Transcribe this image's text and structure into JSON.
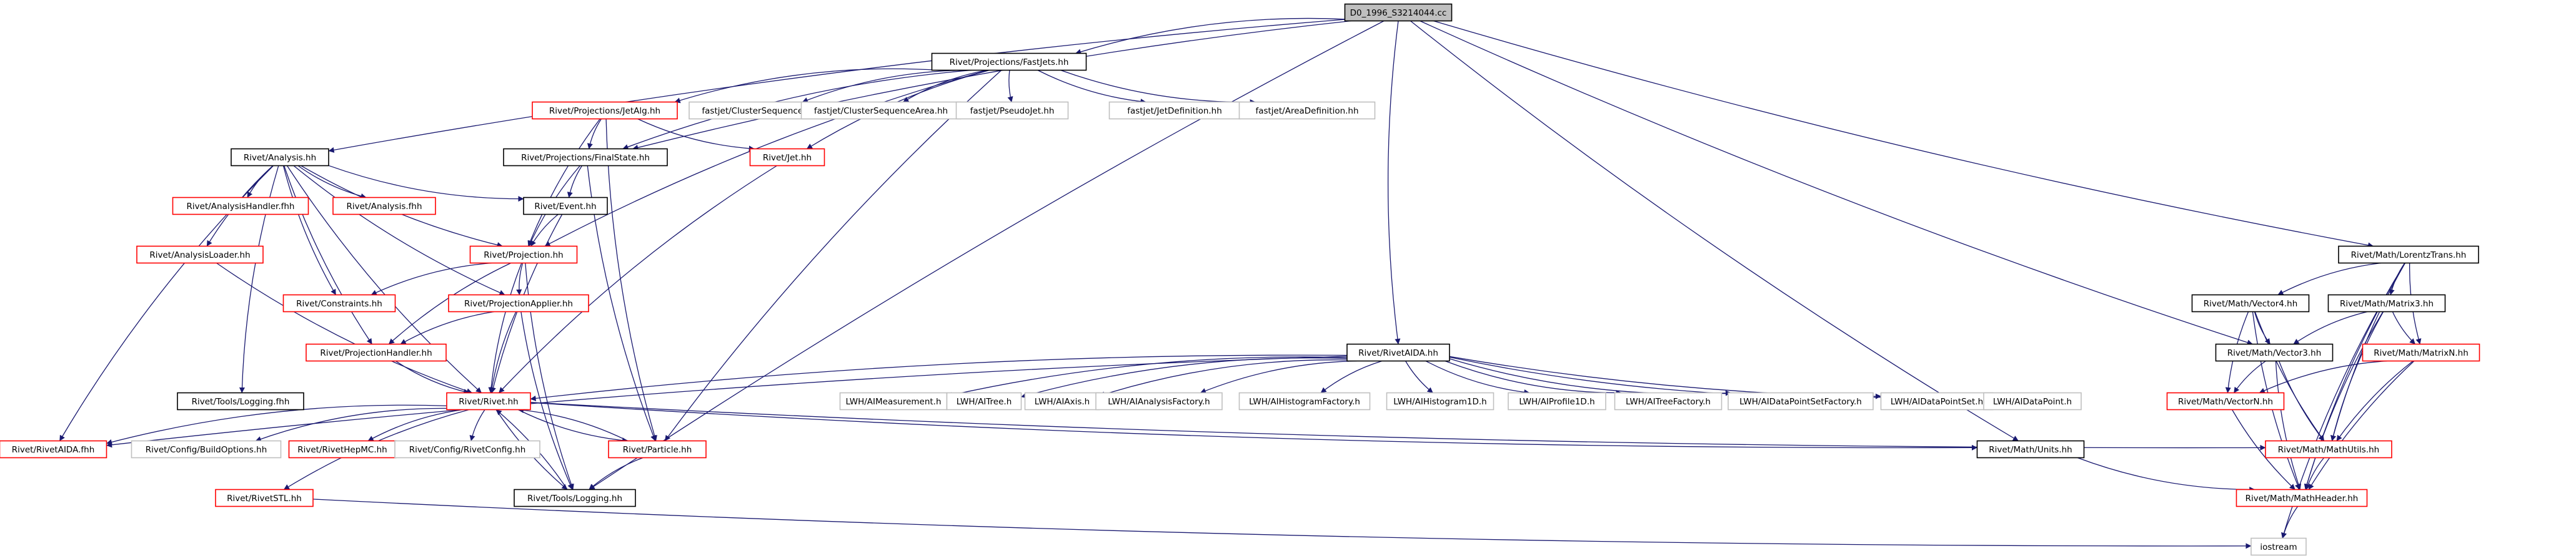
{
  "graph": {
    "colors": {
      "root_fill": "#bfbfbf",
      "root_border": "#000000",
      "normal_border": "#000000",
      "missing_border": "#ff0000",
      "external_border": "#bfbfbf",
      "text": "#000000",
      "edge": "#191970"
    },
    "nodes": [
      {
        "id": "root",
        "label": "D0_1996_S3214044.cc",
        "kind": "root"
      },
      {
        "id": "fastjets",
        "label": "Rivet/Projections/FastJets.hh",
        "kind": "normal"
      },
      {
        "id": "analysis",
        "label": "Rivet/Analysis.hh",
        "kind": "normal"
      },
      {
        "id": "rivetaida",
        "label": "Rivet/RivetAIDA.hh",
        "kind": "normal"
      },
      {
        "id": "lorentz",
        "label": "Rivet/Math/LorentzTrans.hh",
        "kind": "normal"
      },
      {
        "id": "jetalg",
        "label": "Rivet/Projections/JetAlg.hh",
        "kind": "missing"
      },
      {
        "id": "clusterseq",
        "label": "fastjet/ClusterSequence.hh",
        "kind": "external"
      },
      {
        "id": "clusterseqarea",
        "label": "fastjet/ClusterSequenceArea.hh",
        "kind": "external"
      },
      {
        "id": "pseudojet",
        "label": "fastjet/PseudoJet.hh",
        "kind": "external"
      },
      {
        "id": "jetdef",
        "label": "fastjet/JetDefinition.hh",
        "kind": "external"
      },
      {
        "id": "areadef",
        "label": "fastjet/AreaDefinition.hh",
        "kind": "external"
      },
      {
        "id": "finalstate",
        "label": "Rivet/Projections/FinalState.hh",
        "kind": "normal"
      },
      {
        "id": "jet",
        "label": "Rivet/Jet.hh",
        "kind": "missing"
      },
      {
        "id": "analysishandler",
        "label": "Rivet/AnalysisHandler.fhh",
        "kind": "missing"
      },
      {
        "id": "analysisfhh",
        "label": "Rivet/Analysis.fhh",
        "kind": "missing"
      },
      {
        "id": "event",
        "label": "Rivet/Event.hh",
        "kind": "normal"
      },
      {
        "id": "analysisloader",
        "label": "Rivet/AnalysisLoader.hh",
        "kind": "missing"
      },
      {
        "id": "projection",
        "label": "Rivet/Projection.hh",
        "kind": "missing"
      },
      {
        "id": "constraints",
        "label": "Rivet/Constraints.hh",
        "kind": "missing"
      },
      {
        "id": "projapplier",
        "label": "Rivet/ProjectionApplier.hh",
        "kind": "missing"
      },
      {
        "id": "projhandler",
        "label": "Rivet/ProjectionHandler.hh",
        "kind": "missing"
      },
      {
        "id": "toolslogfhh",
        "label": "Rivet/Tools/Logging.fhh",
        "kind": "normal"
      },
      {
        "id": "rivethh",
        "label": "Rivet/Rivet.hh",
        "kind": "missing"
      },
      {
        "id": "rivetaidafhh",
        "label": "Rivet/RivetAIDA.fhh",
        "kind": "missing"
      },
      {
        "id": "buildopts",
        "label": "Rivet/Config/BuildOptions.hh",
        "kind": "external"
      },
      {
        "id": "hepmc",
        "label": "Rivet/RivetHepMC.hh",
        "kind": "missing"
      },
      {
        "id": "rivetconfig",
        "label": "Rivet/Config/RivetConfig.hh",
        "kind": "external"
      },
      {
        "id": "particle",
        "label": "Rivet/Particle.hh",
        "kind": "missing"
      },
      {
        "id": "rivetstl",
        "label": "Rivet/RivetSTL.hh",
        "kind": "missing"
      },
      {
        "id": "toolslog",
        "label": "Rivet/Tools/Logging.hh",
        "kind": "normal"
      },
      {
        "id": "iaimeas",
        "label": "LWH/AIMeasurement.h",
        "kind": "external"
      },
      {
        "id": "aitree",
        "label": "LWH/AITree.h",
        "kind": "external"
      },
      {
        "id": "aiaxis",
        "label": "LWH/AIAxis.h",
        "kind": "external"
      },
      {
        "id": "aianafact",
        "label": "LWH/AIAnalysisFactory.h",
        "kind": "external"
      },
      {
        "id": "aihistfact",
        "label": "LWH/AIHistogramFactory.h",
        "kind": "external"
      },
      {
        "id": "aihist1d",
        "label": "LWH/AIHistogram1D.h",
        "kind": "external"
      },
      {
        "id": "aiprof1d",
        "label": "LWH/AIProfile1D.h",
        "kind": "external"
      },
      {
        "id": "aitreefact",
        "label": "LWH/AITreeFactory.h",
        "kind": "external"
      },
      {
        "id": "aidpsfact",
        "label": "LWH/AIDataPointSetFactory.h",
        "kind": "external"
      },
      {
        "id": "aidps",
        "label": "LWH/AIDataPointSet.h",
        "kind": "external"
      },
      {
        "id": "aidp",
        "label": "LWH/AIDataPoint.h",
        "kind": "external"
      },
      {
        "id": "units",
        "label": "Rivet/Math/Units.hh",
        "kind": "normal"
      },
      {
        "id": "vector4",
        "label": "Rivet/Math/Vector4.hh",
        "kind": "normal"
      },
      {
        "id": "matrix3",
        "label": "Rivet/Math/Matrix3.hh",
        "kind": "normal"
      },
      {
        "id": "vector3",
        "label": "Rivet/Math/Vector3.hh",
        "kind": "normal"
      },
      {
        "id": "matrixn",
        "label": "Rivet/Math/MatrixN.hh",
        "kind": "missing"
      },
      {
        "id": "vectorn",
        "label": "Rivet/Math/VectorN.hh",
        "kind": "missing"
      },
      {
        "id": "mathutils",
        "label": "Rivet/Math/MathUtils.hh",
        "kind": "missing"
      },
      {
        "id": "mathheader",
        "label": "Rivet/Math/MathHeader.hh",
        "kind": "missing"
      },
      {
        "id": "iostream",
        "label": "iostream",
        "kind": "external"
      }
    ],
    "edges": [
      [
        "root",
        "fastjets"
      ],
      [
        "root",
        "analysis"
      ],
      [
        "root",
        "rivetaida"
      ],
      [
        "root",
        "lorentz"
      ],
      [
        "root",
        "finalstate"
      ],
      [
        "root",
        "toolslog"
      ],
      [
        "root",
        "units"
      ],
      [
        "root",
        "vector3"
      ],
      [
        "fastjets",
        "jetalg"
      ],
      [
        "fastjets",
        "clusterseq"
      ],
      [
        "fastjets",
        "clusterseqarea"
      ],
      [
        "fastjets",
        "pseudojet"
      ],
      [
        "fastjets",
        "jetdef"
      ],
      [
        "fastjets",
        "areadef"
      ],
      [
        "fastjets",
        "finalstate"
      ],
      [
        "fastjets",
        "projection"
      ],
      [
        "fastjets",
        "jet"
      ],
      [
        "fastjets",
        "particle"
      ],
      [
        "jetalg",
        "finalstate"
      ],
      [
        "jetalg",
        "projection"
      ],
      [
        "jetalg",
        "jet"
      ],
      [
        "jetalg",
        "particle"
      ],
      [
        "finalstate",
        "event"
      ],
      [
        "finalstate",
        "projection"
      ],
      [
        "finalstate",
        "particle"
      ],
      [
        "analysis",
        "analysishandler"
      ],
      [
        "analysis",
        "analysisfhh"
      ],
      [
        "analysis",
        "event"
      ],
      [
        "analysis",
        "projection"
      ],
      [
        "analysis",
        "analysisloader"
      ],
      [
        "analysis",
        "constraints"
      ],
      [
        "analysis",
        "projapplier"
      ],
      [
        "analysis",
        "projhandler"
      ],
      [
        "analysis",
        "toolslogfhh"
      ],
      [
        "analysis",
        "rivethh"
      ],
      [
        "analysis",
        "rivetaidafhh"
      ],
      [
        "analysisloader",
        "rivethh"
      ],
      [
        "event",
        "projection"
      ],
      [
        "event",
        "rivethh"
      ],
      [
        "projection",
        "constraints"
      ],
      [
        "projection",
        "projapplier"
      ],
      [
        "projection",
        "projhandler"
      ],
      [
        "projection",
        "rivethh"
      ],
      [
        "projection",
        "toolslog"
      ],
      [
        "projapplier",
        "projhandler"
      ],
      [
        "projapplier",
        "rivethh"
      ],
      [
        "projapplier",
        "toolslog"
      ],
      [
        "projhandler",
        "rivethh"
      ],
      [
        "jet",
        "rivethh"
      ],
      [
        "rivethh",
        "rivetaidafhh"
      ],
      [
        "rivethh",
        "buildopts"
      ],
      [
        "rivethh",
        "hepmc"
      ],
      [
        "rivethh",
        "rivetconfig"
      ],
      [
        "rivethh",
        "particle"
      ],
      [
        "rivethh",
        "rivetstl"
      ],
      [
        "rivethh",
        "toolslog"
      ],
      [
        "rivethh",
        "units"
      ],
      [
        "rivethh",
        "mathutils"
      ],
      [
        "particle",
        "rivethh"
      ],
      [
        "particle",
        "toolslog"
      ],
      [
        "rivetstl",
        "iostream"
      ],
      [
        "toolslog",
        "rivethh"
      ],
      [
        "rivetaida",
        "rivethh"
      ],
      [
        "rivetaida",
        "rivetaidafhh"
      ],
      [
        "rivetaida",
        "iaimeas"
      ],
      [
        "rivetaida",
        "aitree"
      ],
      [
        "rivetaida",
        "aiaxis"
      ],
      [
        "rivetaida",
        "aianafact"
      ],
      [
        "rivetaida",
        "aihistfact"
      ],
      [
        "rivetaida",
        "aihist1d"
      ],
      [
        "rivetaida",
        "aiprof1d"
      ],
      [
        "rivetaida",
        "aitreefact"
      ],
      [
        "rivetaida",
        "aidpsfact"
      ],
      [
        "rivetaida",
        "aidps"
      ],
      [
        "rivetaida",
        "aidp"
      ],
      [
        "units",
        "mathheader"
      ],
      [
        "lorentz",
        "mathheader"
      ],
      [
        "lorentz",
        "vector4"
      ],
      [
        "lorentz",
        "matrix3"
      ],
      [
        "lorentz",
        "matrixn"
      ],
      [
        "lorentz",
        "mathutils"
      ],
      [
        "lorentz",
        "iostream"
      ],
      [
        "vector4",
        "vector3"
      ],
      [
        "vector4",
        "vectorn"
      ],
      [
        "vector4",
        "mathutils"
      ],
      [
        "vector4",
        "mathheader"
      ],
      [
        "matrix3",
        "vector3"
      ],
      [
        "matrix3",
        "matrixn"
      ],
      [
        "matrix3",
        "mathutils"
      ],
      [
        "matrix3",
        "mathheader"
      ],
      [
        "vector3",
        "vectorn"
      ],
      [
        "vector3",
        "mathutils"
      ],
      [
        "vector3",
        "mathheader"
      ],
      [
        "matrixn",
        "vectorn"
      ],
      [
        "matrixn",
        "mathutils"
      ],
      [
        "matrixn",
        "mathheader"
      ],
      [
        "vectorn",
        "mathheader"
      ],
      [
        "mathutils",
        "mathheader"
      ],
      [
        "mathheader",
        "iostream"
      ]
    ]
  }
}
